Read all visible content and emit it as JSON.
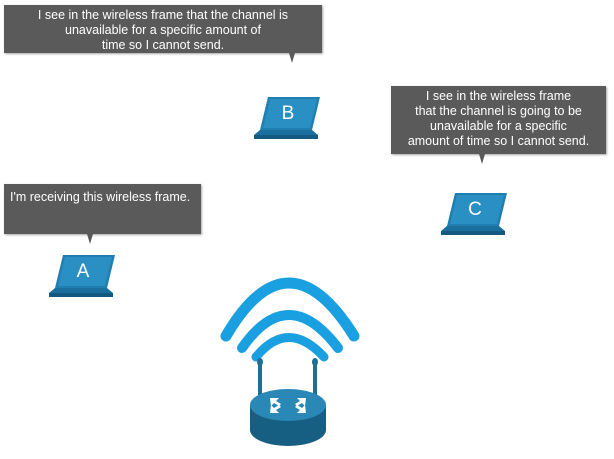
{
  "bubbles": {
    "b": [
      "I see in the wireless frame that the channel is",
      "unavailable for a specific amount of",
      "time so I cannot send."
    ],
    "c": [
      "I see in the wireless frame",
      "that the channel is going to be",
      "unavailable for a specific",
      "amount of time so I cannot send."
    ],
    "a": [
      "I'm receiving this wireless frame."
    ]
  },
  "laptops": {
    "a": "A",
    "b": "B",
    "c": "C"
  },
  "colors": {
    "bubble": "#5a5a5a",
    "laptop": "#1e7fb0",
    "wave": "#1a9fe0",
    "router": "#1e6f96"
  }
}
